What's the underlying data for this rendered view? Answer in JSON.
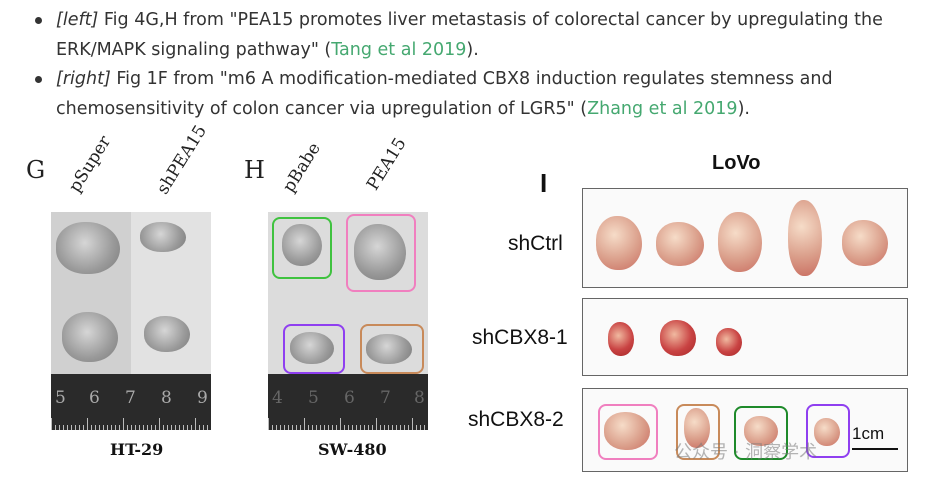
{
  "bullets": [
    {
      "tag": "[left]",
      "text": " Fig 4G,H from \"PEA15 promotes liver metastasis of colorectal cancer by upregulating the ERK/MAPK signaling pathway\" (",
      "link": "Tang et al 2019",
      "end": ")."
    },
    {
      "tag": "[right]",
      "text": " Fig 1F from \"m6 A modification-mediated CBX8 induction regulates stemness and chemosensitivity of colon cancer via upregulation of LGR5\" (",
      "link": "Zhang et al 2019",
      "end": ")."
    }
  ],
  "panel_g": {
    "letter": "G",
    "cols": [
      "pSuper",
      "shPEA15"
    ],
    "ruler": [
      "5",
      "6",
      "7",
      "8",
      "9"
    ],
    "cell_line": "HT-29"
  },
  "panel_h": {
    "letter": "H",
    "cols": [
      "pBabe",
      "PEA15"
    ],
    "ruler": [
      "4",
      "5",
      "6",
      "7",
      "8"
    ],
    "cell_line": "SW-480"
  },
  "panel_i": {
    "letter": "I",
    "title": "LoVo",
    "rows": [
      "shCtrl",
      "shCBX8-1",
      "shCBX8-2"
    ],
    "scale": "1cm"
  },
  "colors": {
    "green": "#3fc23f",
    "pink": "#f07fbf",
    "purple": "#8f3ff0",
    "orange": "#c88a5a",
    "dark_green": "#1e8a2a",
    "link": "#45a870"
  },
  "watermark": "公众号 · 洞察学术"
}
